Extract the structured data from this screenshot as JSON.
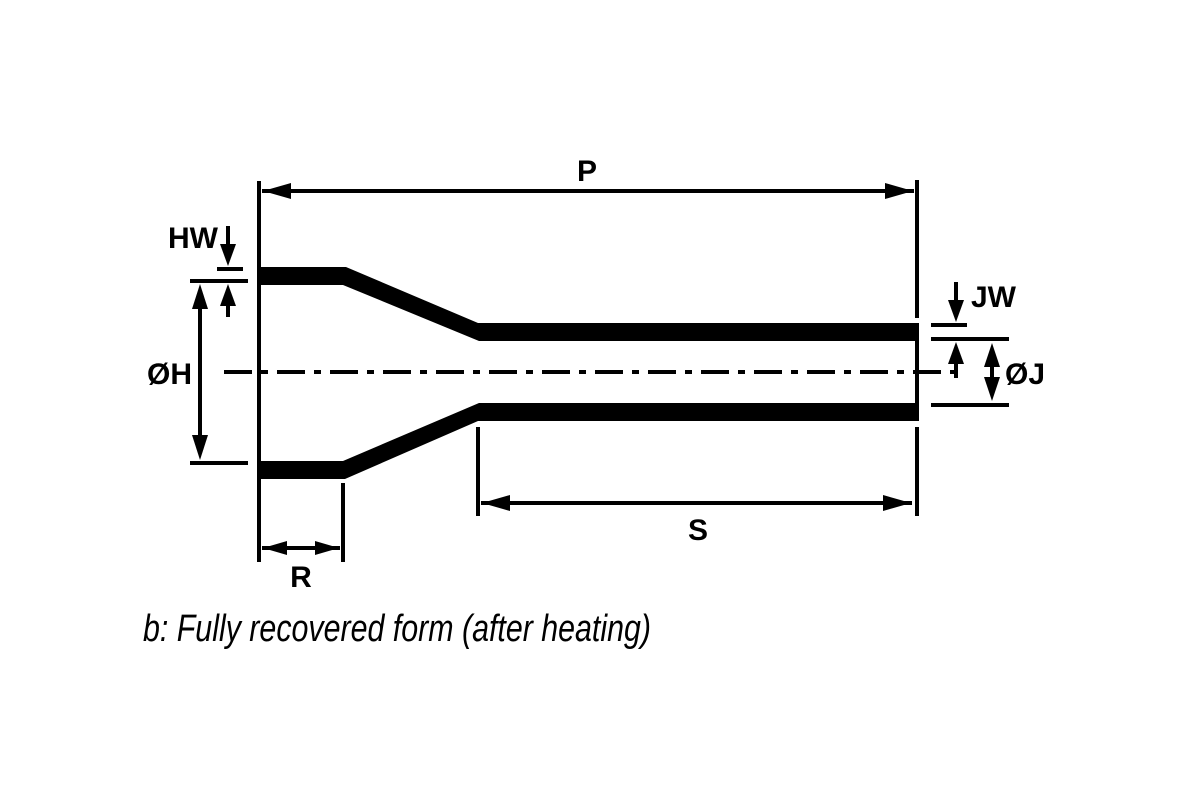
{
  "canvas": {
    "background": "#ffffff",
    "ink": "#000000"
  },
  "figure": {
    "caption": "b: Fully recovered form (after heating)",
    "labels": {
      "p": "P",
      "hw": "HW",
      "diameter_h": "ØH",
      "jw": "JW",
      "diameter_j": "ØJ",
      "s": "S",
      "r": "R"
    }
  }
}
